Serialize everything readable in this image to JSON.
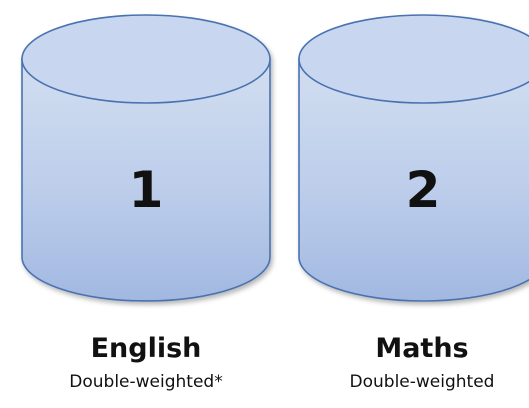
{
  "buckets": [
    {
      "number": "1",
      "subject": "English",
      "note": "Double-weighted*"
    },
    {
      "number": "2",
      "subject": "Maths",
      "note": "Double-weighted"
    }
  ],
  "colors": {
    "fill_top": "#d2def0",
    "fill_mid": "#b9cbea",
    "fill_bottom": "#9fb6e0",
    "lid": "#c6d6ef",
    "outline": "#4a72b0",
    "text": "#111111"
  }
}
